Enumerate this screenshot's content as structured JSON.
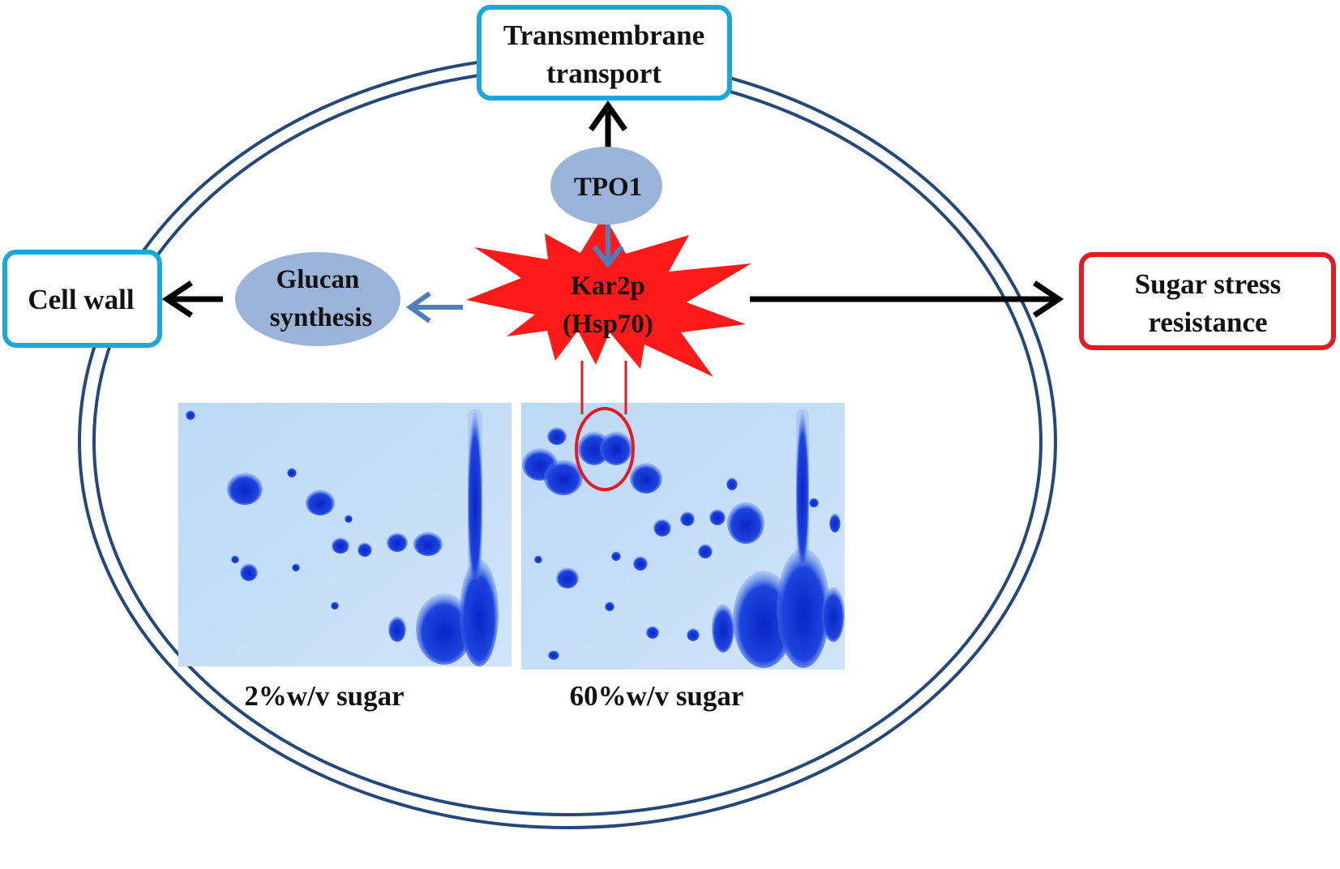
{
  "nodes": {
    "transmembrane": {
      "line1": "Transmembrane",
      "line2": "transport",
      "color": "#1aa7dc"
    },
    "cell_wall": {
      "text": "Cell wall",
      "color": "#1aa7dc"
    },
    "sugar_stress": {
      "line1": "Sugar stress",
      "line2": "resistance",
      "color": "#e31b23"
    },
    "tpo1": {
      "text": "TPO1",
      "color": "#9bb3d9"
    },
    "glucan": {
      "line1": "Glucan",
      "line2": "synthesis",
      "color": "#9bb3d9"
    },
    "kar2p": {
      "line1": "Kar2p",
      "line2": "(Hsp70)",
      "color": "#ff1a1a"
    }
  },
  "gels": {
    "left": {
      "caption": "2%w/v sugar"
    },
    "right": {
      "caption": "60%w/v sugar"
    }
  },
  "colors": {
    "cell_membrane": "#25477a",
    "black_arrow": "#000000",
    "blue_arrow": "#4d7fbf",
    "gel_background": "#c4def7",
    "gel_spot": "#1a3ad4",
    "highlight_ring": "#e31b23"
  }
}
